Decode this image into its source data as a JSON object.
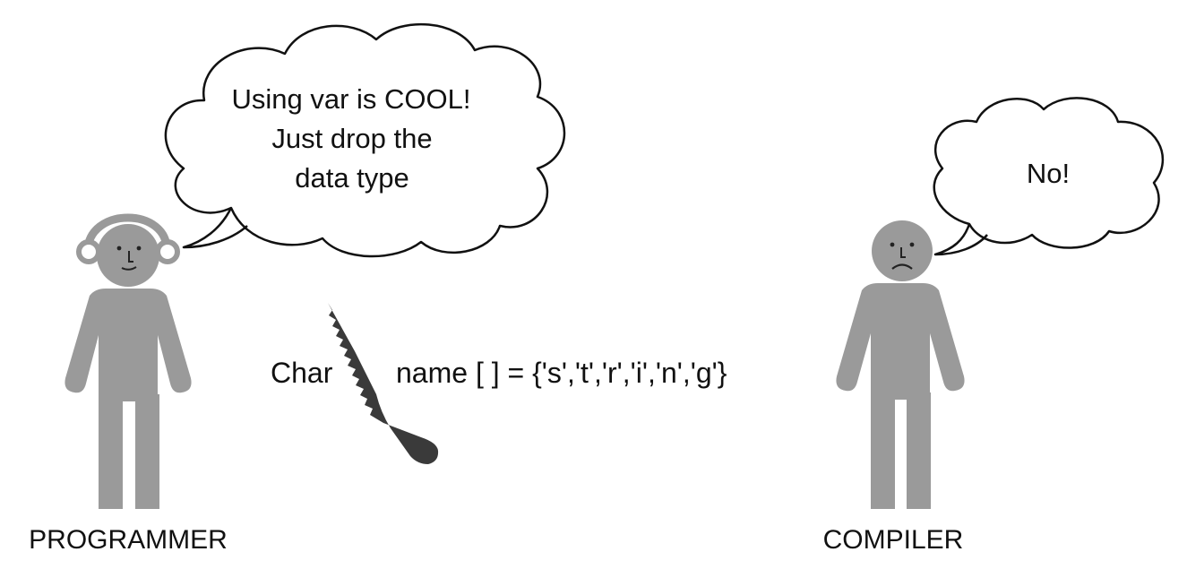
{
  "programmer": {
    "label": "PROGRAMMER",
    "speech": [
      "Using var is COOL!",
      "Just drop the",
      "data type"
    ],
    "icon": "person-with-headphones-icon"
  },
  "compiler": {
    "label": "COMPILER",
    "speech": [
      "No!"
    ],
    "icon": "sad-person-icon"
  },
  "code": {
    "keyword": "Char",
    "rest": "name [ ] = {'s','t','r','i','n','g'}"
  },
  "saw": {
    "icon": "saw-icon"
  },
  "colors": {
    "figure": "#9a9a9a",
    "saw": "#3a3a3a",
    "text": "#111111",
    "bubble_stroke": "#111111"
  }
}
